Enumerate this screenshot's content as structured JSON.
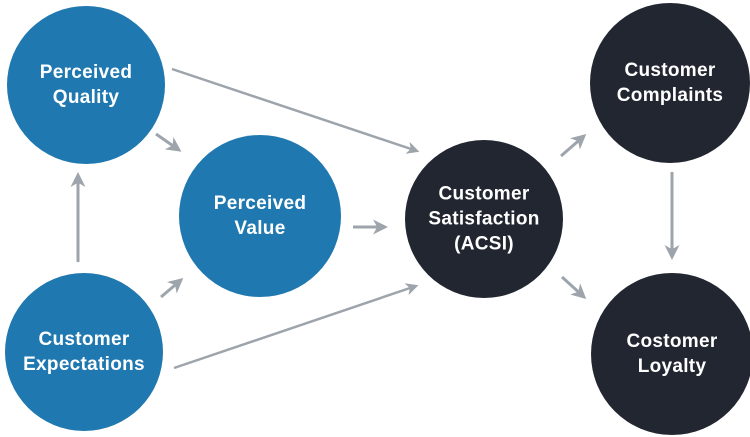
{
  "colors": {
    "node_blue": "#2078b0",
    "node_dark": "#212631",
    "arrow": "#9da4ab",
    "label_text": "#ffffff",
    "background": "#ffffff"
  },
  "diagram": {
    "nodes": [
      {
        "id": "perceived-quality",
        "style": "blue",
        "lines": [
          "Perceived",
          "Quality"
        ]
      },
      {
        "id": "perceived-value",
        "style": "blue",
        "lines": [
          "Perceived",
          "Value"
        ]
      },
      {
        "id": "customer-expectations",
        "style": "blue",
        "lines": [
          "Customer",
          "Expectations"
        ]
      },
      {
        "id": "customer-satisfaction-acsi",
        "style": "dark",
        "lines": [
          "Customer",
          "Satisfaction",
          "(ACSI)"
        ]
      },
      {
        "id": "customer-complaints",
        "style": "dark",
        "lines": [
          "Customer",
          "Complaints"
        ]
      },
      {
        "id": "costomer-loyalty",
        "style": "dark",
        "lines": [
          "Costomer",
          "Loyalty"
        ]
      }
    ],
    "edges": [
      {
        "from": "customer-expectations",
        "to": "perceived-quality"
      },
      {
        "from": "perceived-quality",
        "to": "perceived-value"
      },
      {
        "from": "customer-expectations",
        "to": "perceived-value"
      },
      {
        "from": "perceived-quality",
        "to": "customer-satisfaction-acsi"
      },
      {
        "from": "customer-expectations",
        "to": "customer-satisfaction-acsi"
      },
      {
        "from": "perceived-value",
        "to": "customer-satisfaction-acsi"
      },
      {
        "from": "customer-satisfaction-acsi",
        "to": "customer-complaints"
      },
      {
        "from": "customer-satisfaction-acsi",
        "to": "costomer-loyalty"
      },
      {
        "from": "customer-complaints",
        "to": "costomer-loyalty"
      }
    ]
  }
}
